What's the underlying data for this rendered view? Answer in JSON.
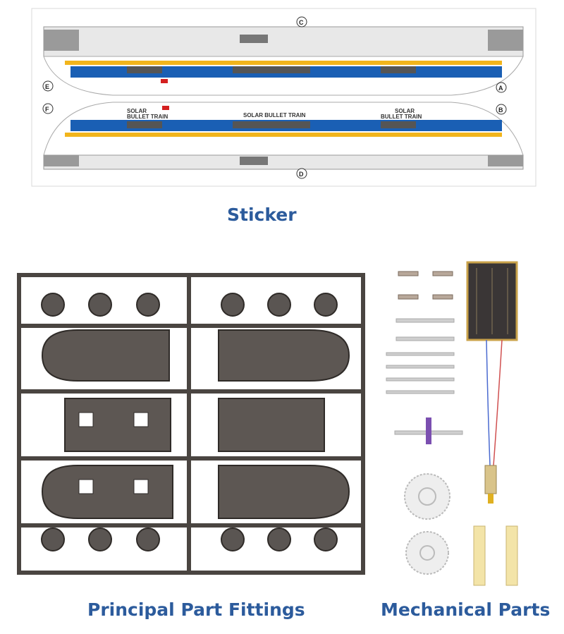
{
  "sticker": {
    "caption": "Sticker",
    "markers": [
      "A",
      "B",
      "C",
      "D",
      "E",
      "F"
    ],
    "train_text": {
      "brand": "SOLAR",
      "sub": "BULLET TRAIN",
      "full": "SOLAR BULLET TRAIN"
    },
    "colors": {
      "blue": "#1a5fb4",
      "yellow": "#f2b51c",
      "red": "#d42020"
    }
  },
  "sprue": {
    "caption": "Principal Part Fittings"
  },
  "mechanical": {
    "caption": "Mechanical Parts"
  },
  "caption_color": "#2c5b9c"
}
